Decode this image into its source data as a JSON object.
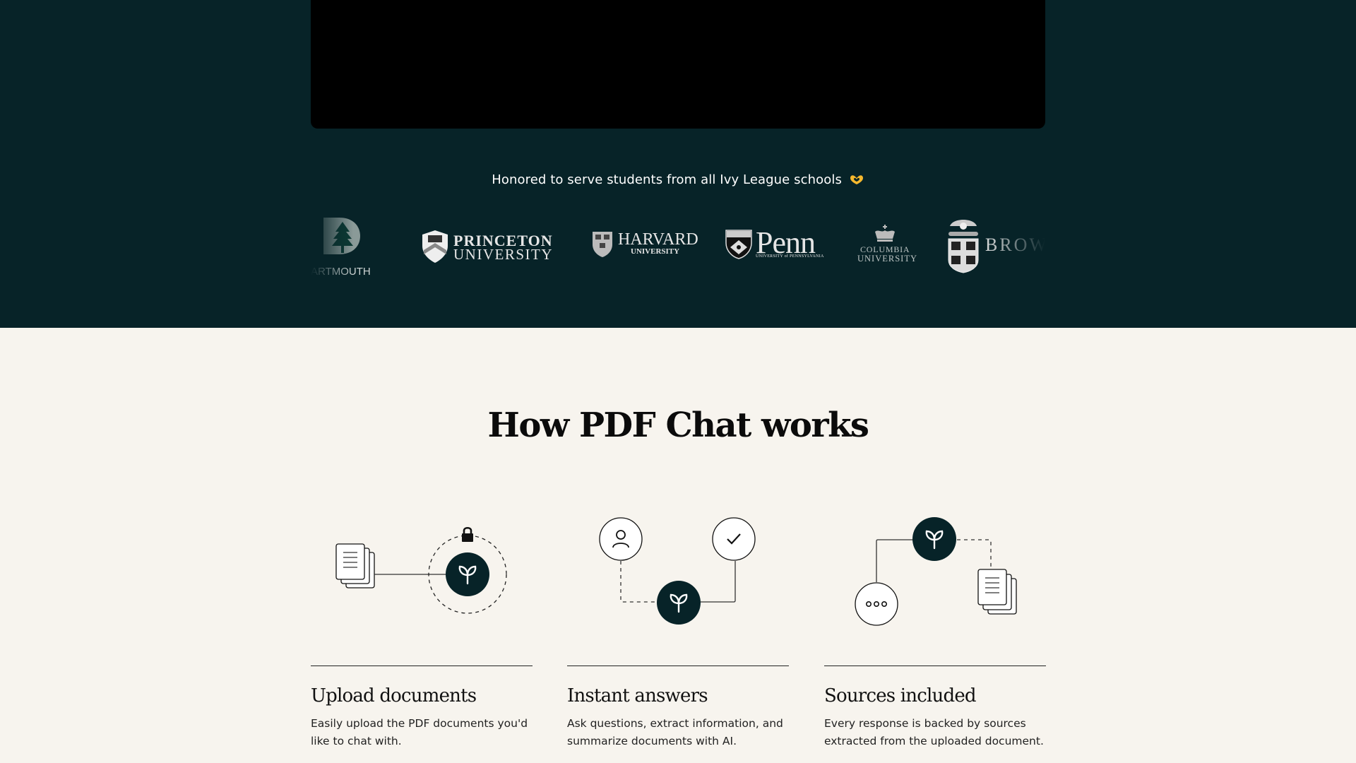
{
  "hero": {
    "video_label": "",
    "honored_text": "Honored to serve students from all Ivy League schools",
    "honored_emoji": "heart-hands-emoji",
    "logos": [
      {
        "name": "Dartmouth",
        "text": "ARTMOUTH"
      },
      {
        "name": "Princeton",
        "line1": "PRINCETON",
        "line2": "UNIVERSITY"
      },
      {
        "name": "Harvard",
        "line1": "HARVARD",
        "line2": "UNIVERSITY"
      },
      {
        "name": "Penn",
        "line1": "Penn",
        "line2": "UNIVERSITY of PENNSYLVANIA"
      },
      {
        "name": "Columbia",
        "line1": "COLUMBIA",
        "line2": "UNIVERSITY"
      },
      {
        "name": "Brown",
        "text": "BROW"
      }
    ]
  },
  "how": {
    "title": "How PDF Chat works",
    "cards": [
      {
        "title": "Upload documents",
        "description": "Easily upload the PDF documents you'd like to chat with."
      },
      {
        "title": "Instant answers",
        "description": "Ask questions, extract information, and summarize documents with AI."
      },
      {
        "title": "Sources included",
        "description": "Every response is backed by sources extracted from the uploaded document."
      }
    ]
  },
  "colors": {
    "dark_bg": "#072328",
    "cream_bg": "#f7f4ee",
    "accent": "#072328"
  }
}
